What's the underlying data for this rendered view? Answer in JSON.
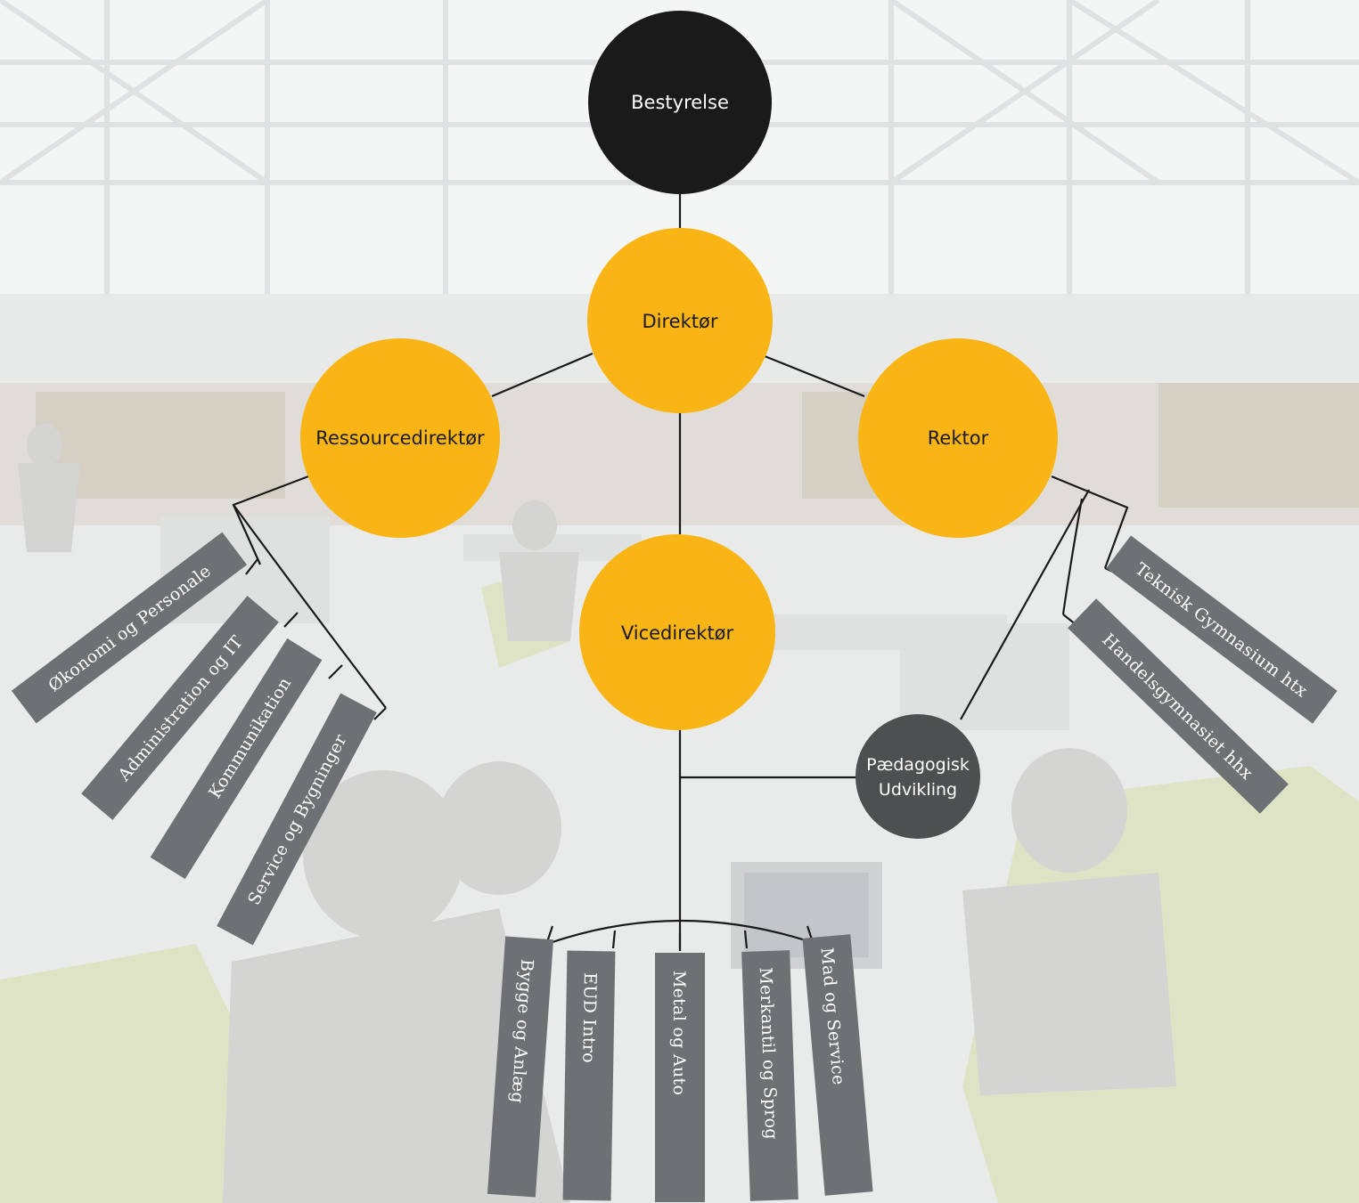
{
  "colors": {
    "board": "#1a1a1a",
    "leadership": "#f9b516",
    "unit": "#4d4f51",
    "department_bar": "#6e7173",
    "connector": "#1a1a1a",
    "background": "#eef0f0"
  },
  "background": {
    "icon": "photo-school-atrium"
  },
  "nodes": {
    "board": "Bestyrelse",
    "director": "Direktør",
    "resource_director": "Ressourcedirektør",
    "rector": "Rektor",
    "vice_director": "Vicedirektør",
    "pedagogical_development": [
      "Pædagogisk",
      "Udvikling"
    ]
  },
  "resource_departments": [
    "Økonomi og Personale",
    "Administration og IT",
    "Kommunikation",
    "Service og Bygninger"
  ],
  "vocational_departments": [
    "Bygge og Anlæg",
    "EUD Intro",
    "Metal og Auto",
    "Merkantil og Sprog",
    "Mad og Service"
  ],
  "gymnasiums": [
    "Teknisk Gymnasium htx",
    "Handelsgymnasiet hhx"
  ]
}
